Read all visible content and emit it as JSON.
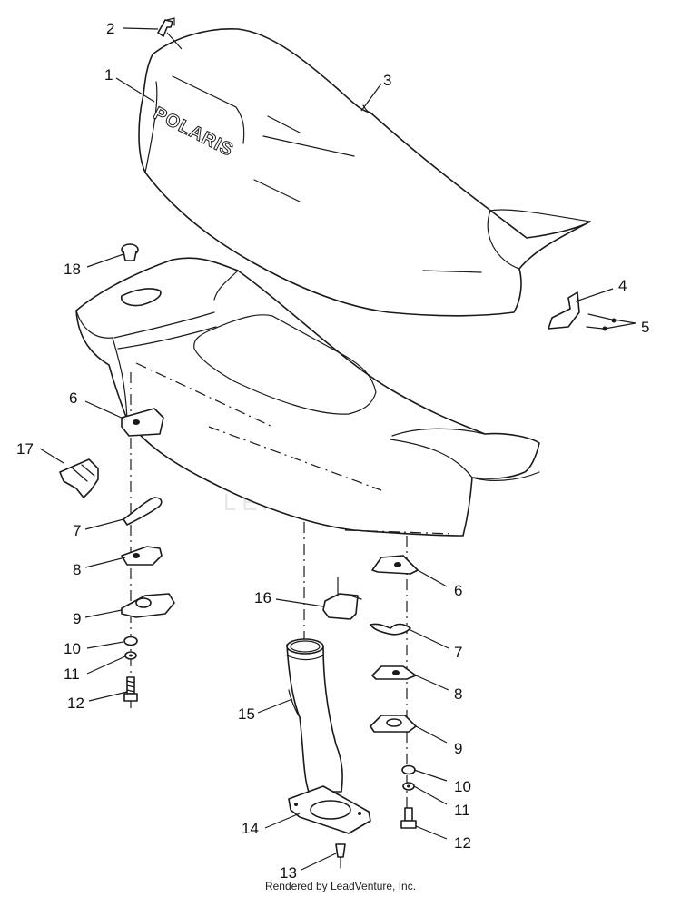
{
  "diagram": {
    "logo_text": "POLARIS",
    "watermark_text": "LEADVENTURE",
    "footer": "Rendered by LeadVenture, Inc.",
    "colors": {
      "ink": "#1a1a1a",
      "watermark": "#d6d6d6",
      "background": "#ffffff"
    },
    "callouts": [
      "1",
      "2",
      "3",
      "4",
      "5",
      "6",
      "6",
      "7",
      "7",
      "8",
      "8",
      "9",
      "9",
      "10",
      "10",
      "11",
      "11",
      "12",
      "12",
      "13",
      "14",
      "15",
      "16",
      "17",
      "18"
    ]
  }
}
